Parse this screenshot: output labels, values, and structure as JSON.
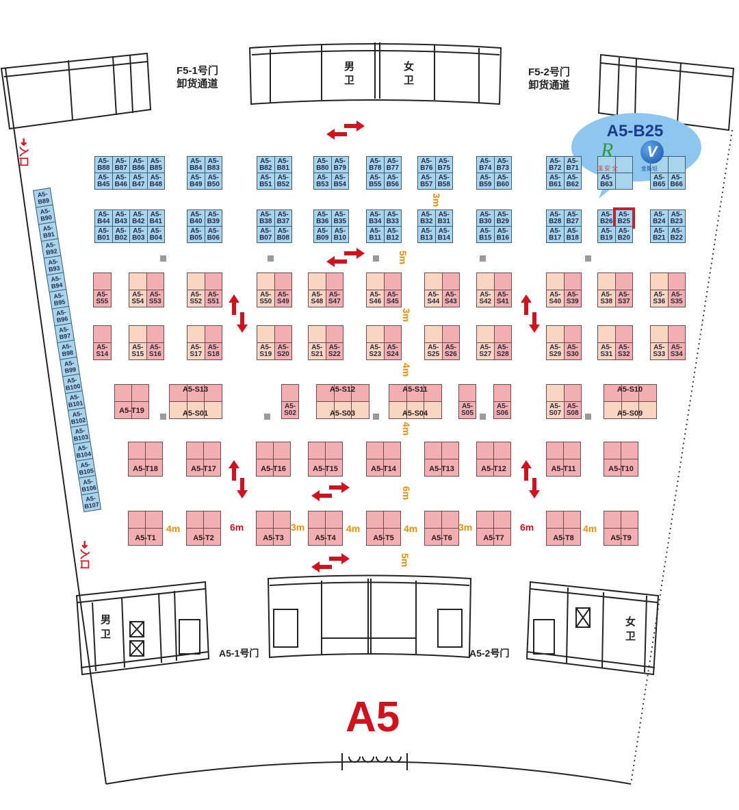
{
  "top": {
    "f5_1_gate": "F5-1号门",
    "f5_1_channel": "卸货通道",
    "f5_2_gate": "F5-2号门",
    "f5_2_channel": "卸货通道",
    "men_restroom": [
      "男",
      "卫"
    ],
    "women_restroom": [
      "女",
      "卫"
    ]
  },
  "callout": {
    "booth": "A5-B25",
    "logo_left_letter": "R",
    "logo_left_text": "瑞安全",
    "logo_right_text": "金斯坦",
    "highlight_color": "#e0141e",
    "bubble_color": "#8dc6ee"
  },
  "entrance_label": "入口",
  "blue_rows": [
    [
      [
        [
          "A5-B88",
          "A5-B87",
          "A5-B86",
          "A5-B85"
        ],
        [
          "A5-B45",
          "A5-B46",
          "A5-B47",
          "A5-B48"
        ]
      ],
      [
        [
          "A5-B84",
          "A5-B83"
        ],
        [
          "A5-B49",
          "A5-B50"
        ]
      ],
      [
        [
          "A5-B82",
          "A5-B81"
        ],
        [
          "A5-B51",
          "A5-B52"
        ]
      ],
      [
        [
          "A5-B80",
          "A5-B79"
        ],
        [
          "A5-B53",
          "A5-B54"
        ]
      ],
      [
        [
          "A5-B78",
          "A5-B77"
        ],
        [
          "A5-B55",
          "A5-B56"
        ]
      ],
      [
        [
          "A5-B76",
          "A5-B75"
        ],
        [
          "A5-B57",
          "A5-B58"
        ]
      ],
      [
        [
          "A5-B74",
          "A5-B73"
        ],
        [
          "A5-B59",
          "A5-B60"
        ]
      ],
      [
        [
          "A5-B72",
          "A5-B71"
        ],
        [
          "A5-B61",
          "A5-B62"
        ]
      ],
      [
        [
          null,
          null
        ],
        [
          "A5-B63",
          null
        ]
      ],
      [
        [
          null,
          null
        ],
        [
          "A5-B65",
          "A5-B66"
        ]
      ]
    ],
    [
      [
        [
          "A5-B44",
          "A5-B43",
          "A5-B42",
          "A5-B41"
        ],
        [
          "A5-B01",
          "A5-B02",
          "A5-B03",
          "A5-B04"
        ]
      ],
      [
        [
          "A5-B40",
          "A5-B39"
        ],
        [
          "A5-B05",
          "A5-B06"
        ]
      ],
      [
        [
          "A5-B38",
          "A5-B37"
        ],
        [
          "A5-B07",
          "A5-B08"
        ]
      ],
      [
        [
          "A5-B36",
          "A5-B35"
        ],
        [
          "A5-B09",
          "A5-B10"
        ]
      ],
      [
        [
          "A5-B34",
          "A5-B33"
        ],
        [
          "A5-B11",
          "A5-B12"
        ]
      ],
      [
        [
          "A5-B32",
          "A5-B31"
        ],
        [
          "A5-B13",
          "A5-B14"
        ]
      ],
      [
        [
          "A5-B30",
          "A5-B29"
        ],
        [
          "A5-B15",
          "A5-B16"
        ]
      ],
      [
        [
          "A5-B28",
          "A5-B27"
        ],
        [
          "A5-B17",
          "A5-B18"
        ]
      ],
      [
        [
          "A5-B26",
          "A5-B25"
        ],
        [
          "A5-B19",
          "A5-B20"
        ]
      ],
      [
        [
          "A5-B24",
          "A5-B23"
        ],
        [
          "A5-B21",
          "A5-B22"
        ]
      ]
    ]
  ],
  "left_column": [
    "A5-B89",
    "A5-B90",
    "A5-B91",
    "A5-B92",
    "A5-B93",
    "A5-B94",
    "A5-B95",
    "A5-B96",
    "A5-B97",
    "A5-B98",
    "A5-B99",
    "A5-B100",
    "A5-B101",
    "A5-B102",
    "A5-B103",
    "A5-B104",
    "A5-B105",
    "A5-B106",
    "A5-B107"
  ],
  "s_rows": [
    [
      [
        "A5-S55"
      ],
      [
        "A5-S54",
        "A5-S53"
      ],
      [
        "A5-S52",
        "A5-S51"
      ],
      [
        "A5-S50",
        "A5-S49"
      ],
      [
        "A5-S48",
        "A5-S47"
      ],
      [
        "A5-S46",
        "A5-S45"
      ],
      [
        "A5-S44",
        "A5-S43"
      ],
      [
        "A5-S42",
        "A5-S41"
      ],
      [
        "A5-S40",
        "A5-S39"
      ],
      [
        "A5-S38",
        "A5-S37"
      ],
      [
        "A5-S36",
        "A5-S35"
      ]
    ],
    [
      [
        "A5-S14"
      ],
      [
        "A5-S15",
        "A5-S16"
      ],
      [
        "A5-S17",
        "A5-S18"
      ],
      [
        "A5-S19",
        "A5-S20"
      ],
      [
        "A5-S21",
        "A5-S22"
      ],
      [
        "A5-S23",
        "A5-S24"
      ],
      [
        "A5-S25",
        "A5-S26"
      ],
      [
        "A5-S27",
        "A5-S28"
      ],
      [
        "A5-S29",
        "A5-S30"
      ],
      [
        "A5-S31",
        "A5-S32"
      ],
      [
        "A5-S33",
        "A5-S34"
      ]
    ]
  ],
  "mid_row": [
    {
      "type": "t",
      "label": "A5-T19"
    },
    {
      "type": "split",
      "top": "A5-S13",
      "bottom": "A5-S01"
    },
    {
      "type": "single",
      "label": "A5-S02"
    },
    {
      "type": "split",
      "top": "A5-S12",
      "bottom": "A5-S03"
    },
    {
      "type": "split",
      "top": "A5-S11",
      "bottom": "A5-S04"
    },
    {
      "type": "single",
      "label": "A5-S05"
    },
    {
      "type": "single",
      "label": "A5-S06"
    },
    {
      "type": "pair",
      "labels": [
        "A5-S07",
        "A5-S08"
      ]
    },
    {
      "type": "split",
      "top": "A5-S10",
      "bottom": "A5-S09"
    }
  ],
  "t_rows": [
    [
      "A5-T18",
      "A5-T17",
      "A5-T16",
      "A5-T15",
      "A5-T14",
      "A5-T13",
      "A5-T12",
      "A5-T11",
      "A5-T10"
    ],
    [
      "A5-T1",
      "A5-T2",
      "A5-T3",
      "A5-T4",
      "A5-T5",
      "A5-T6",
      "A5-T7",
      "A5-T8",
      "A5-T9"
    ]
  ],
  "distances": {
    "vertical": [
      "3m",
      "5m",
      "3m",
      "4m",
      "4m",
      "6m",
      "5m"
    ],
    "horizontal": [
      {
        "text": "4m",
        "color": "orange"
      },
      {
        "text": "6m",
        "color": "red"
      },
      {
        "text": "3m",
        "color": "orange"
      },
      {
        "text": "4m",
        "color": "orange"
      },
      {
        "text": "4m",
        "color": "orange"
      },
      {
        "text": "3m",
        "color": "orange"
      },
      {
        "text": "6m",
        "color": "red"
      },
      {
        "text": "4m",
        "color": "orange"
      }
    ]
  },
  "bottom": {
    "men_restroom": [
      "男",
      "卫"
    ],
    "women_restroom": [
      "女",
      "卫"
    ],
    "gate_1": "A5-1号门",
    "gate_2": "A5-2号门",
    "hall_name": "A5"
  }
}
